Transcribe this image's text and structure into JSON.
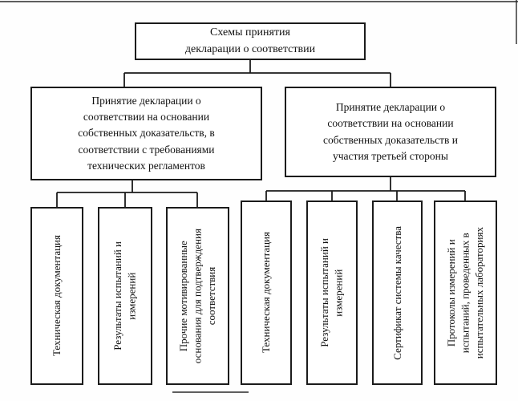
{
  "diagram": {
    "title": "Схемы принятия декларации о соответствии",
    "root": {
      "label": "Схемы принятия\nдекларации о соответствии"
    },
    "branches": {
      "left": {
        "label": "Принятие декларации о\nсоответствии на основании\nсобственных доказательств, в\nсоответствии с требованиями\nтехнических регламентов",
        "leaves": [
          "Техническая документация",
          "Результаты испытаний и\nизмерений",
          "Прочие мотивированные\nоснования для подтверждения\nсоответствия"
        ]
      },
      "right": {
        "label": "Принятие декларации о\nсоответствии на основании\nсобственных доказательств и\nучастия третьей стороны",
        "leaves": [
          "Техническая документация",
          "Результаты испытаний и\nизмерений",
          "Сертификат системы качества",
          "Протоколы измерений и\nиспытаний, проведенных в\nиспытательных лабораториях"
        ]
      }
    },
    "colors": {
      "line": "#1b1b1b",
      "background": "#ffffff",
      "text": "#111111"
    }
  }
}
